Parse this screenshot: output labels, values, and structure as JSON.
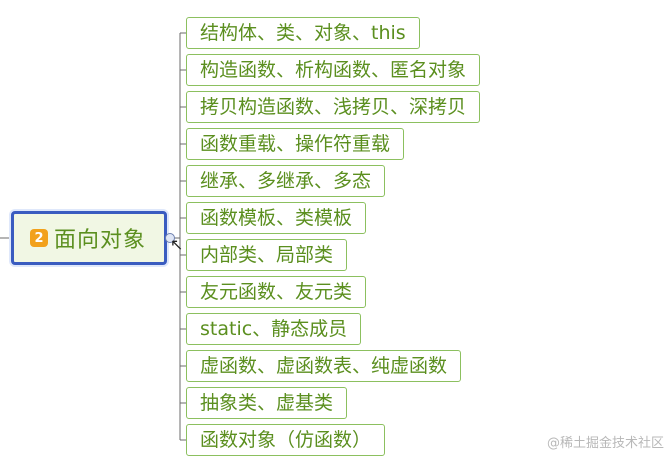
{
  "root": {
    "badge": "2",
    "label": "面向对象"
  },
  "topics": [
    "结构体、类、对象、this",
    "构造函数、析构函数、匿名对象",
    "拷贝构造函数、浅拷贝、深拷贝",
    "函数重载、操作符重载",
    "继承、多继承、多态",
    "函数模板、类模板",
    "内部类、局部类",
    "友元函数、友元类",
    "static、静态成员",
    "虚函数、虚函数表、纯虚函数",
    "抽象类、虚基类",
    "函数对象（仿函数）"
  ],
  "watermark": "@稀土掘金技术社区",
  "colors": {
    "root_border": "#3a5cc0",
    "topic_border": "#8cc05f",
    "text": "#5b8f1f",
    "badge": "#f2a11b"
  }
}
